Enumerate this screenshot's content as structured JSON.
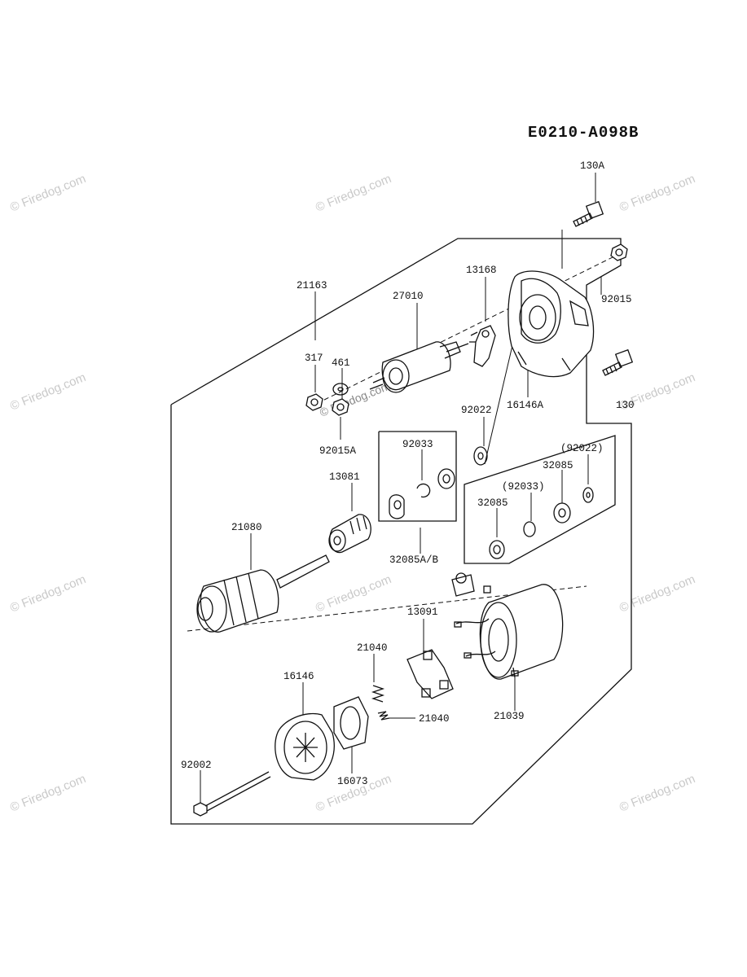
{
  "diagram_code": "E0210-A098B",
  "watermark": "© Firedog.com",
  "parts": {
    "p130A": "130A",
    "p92015": "92015",
    "p130": "130",
    "p16146A": "16146A",
    "p13168": "13168",
    "p27010": "27010",
    "p21163": "21163",
    "p461": "461",
    "p317": "317",
    "p92015A": "92015A",
    "p92022": "92022",
    "p92033": "92033",
    "p13081": "13081",
    "p32085AB": "32085A/B",
    "p92022b": "(92022)",
    "p32085a": "32085",
    "p92033b": "(92033)",
    "p32085b": "32085",
    "p21080": "21080",
    "p13091": "13091",
    "p21040a": "21040",
    "p21040b": "21040",
    "p21039": "21039",
    "p16146": "16146",
    "p16073": "16073",
    "p92002": "92002"
  }
}
